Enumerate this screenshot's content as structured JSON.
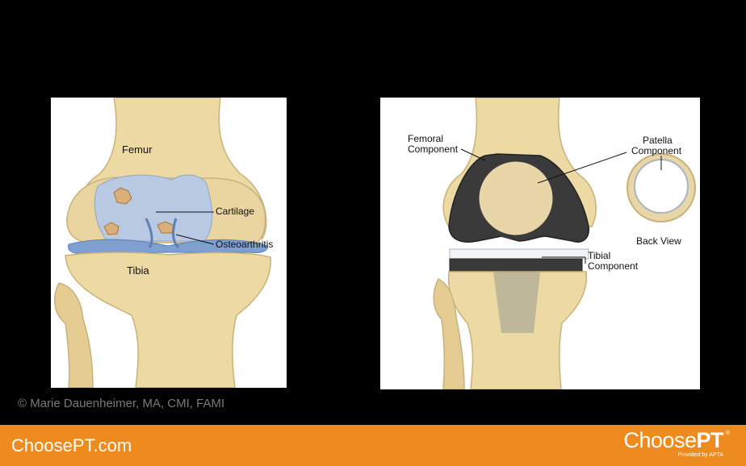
{
  "left_panel": {
    "labels": {
      "femur": "Femur",
      "cartilage": "Cartilage",
      "osteoarthritis": "Osteoarthritis",
      "tibia": "Tibia"
    }
  },
  "right_panel": {
    "labels": {
      "femoral_component_1": "Femoral",
      "femoral_component_2": "Component",
      "patella_component_1": "Patella",
      "patella_component_2": "Component",
      "back_view": "Back View",
      "tibial_component_1": "Tibial",
      "tibial_component_2": "Component"
    }
  },
  "credit": "© Marie Dauenheimer, MA, CMI, FAMI",
  "footer": {
    "site": "ChoosePT.com",
    "brand_light": "Choose",
    "brand_bold": "PT",
    "brand_tm": "®",
    "brand_sub": "Provided by APTA"
  },
  "colors": {
    "bone": "#ecd9a4",
    "bone_shadow": "#c9b27a",
    "cartilage": "#b8c9e2",
    "meniscus": "#7f9fd0",
    "metal": "#3a3a3a",
    "footer": "#ed8b1f"
  }
}
